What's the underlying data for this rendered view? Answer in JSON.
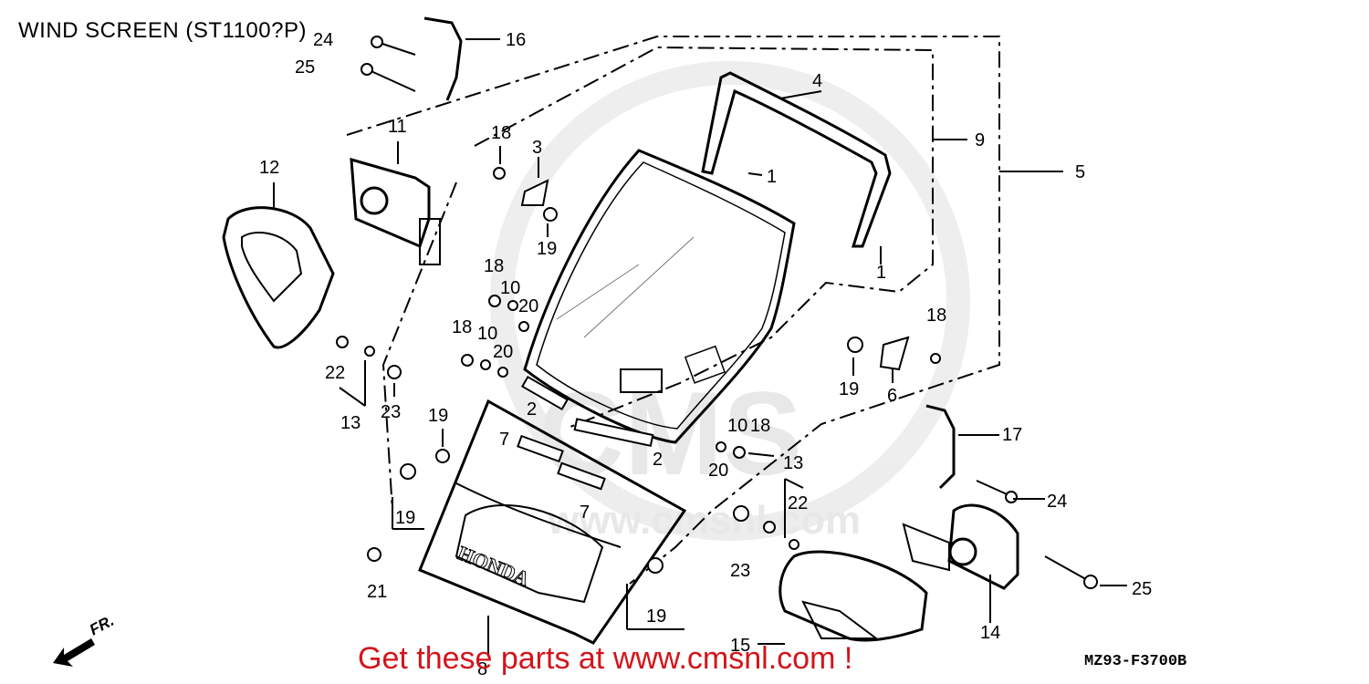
{
  "title": "WIND SCREEN (ST1100?P)",
  "promo": "Get these parts at www.cmsnl.com !",
  "diagram_code": "MZ93-F3700B",
  "direction_label": "FR.",
  "watermark": {
    "main": "CMS",
    "url": "www.cmsnl.com"
  },
  "part_brand_text": "HONDA",
  "callouts": {
    "c1a": "1",
    "c1b": "1",
    "c2a": "2",
    "c2b": "2",
    "c3": "3",
    "c4": "4",
    "c5": "5",
    "c6": "6",
    "c7a": "7",
    "c7b": "7",
    "c8": "8",
    "c9": "9",
    "c10a": "10",
    "c10b": "10",
    "c10c": "10",
    "c11": "11",
    "c12": "12",
    "c13a": "13",
    "c13b": "13",
    "c14": "14",
    "c15": "15",
    "c16": "16",
    "c17": "17",
    "c18a": "18",
    "c18b": "18",
    "c18c": "18",
    "c18d": "18",
    "c18e": "18",
    "c19a": "19",
    "c19b": "19",
    "c19c": "19",
    "c19d": "19",
    "c19e": "19",
    "c20a": "20",
    "c20b": "20",
    "c20c": "20",
    "c21": "21",
    "c22a": "22",
    "c22b": "22",
    "c23a": "23",
    "c23b": "23",
    "c24a": "24",
    "c24b": "24",
    "c25a": "25",
    "c25b": "25"
  }
}
